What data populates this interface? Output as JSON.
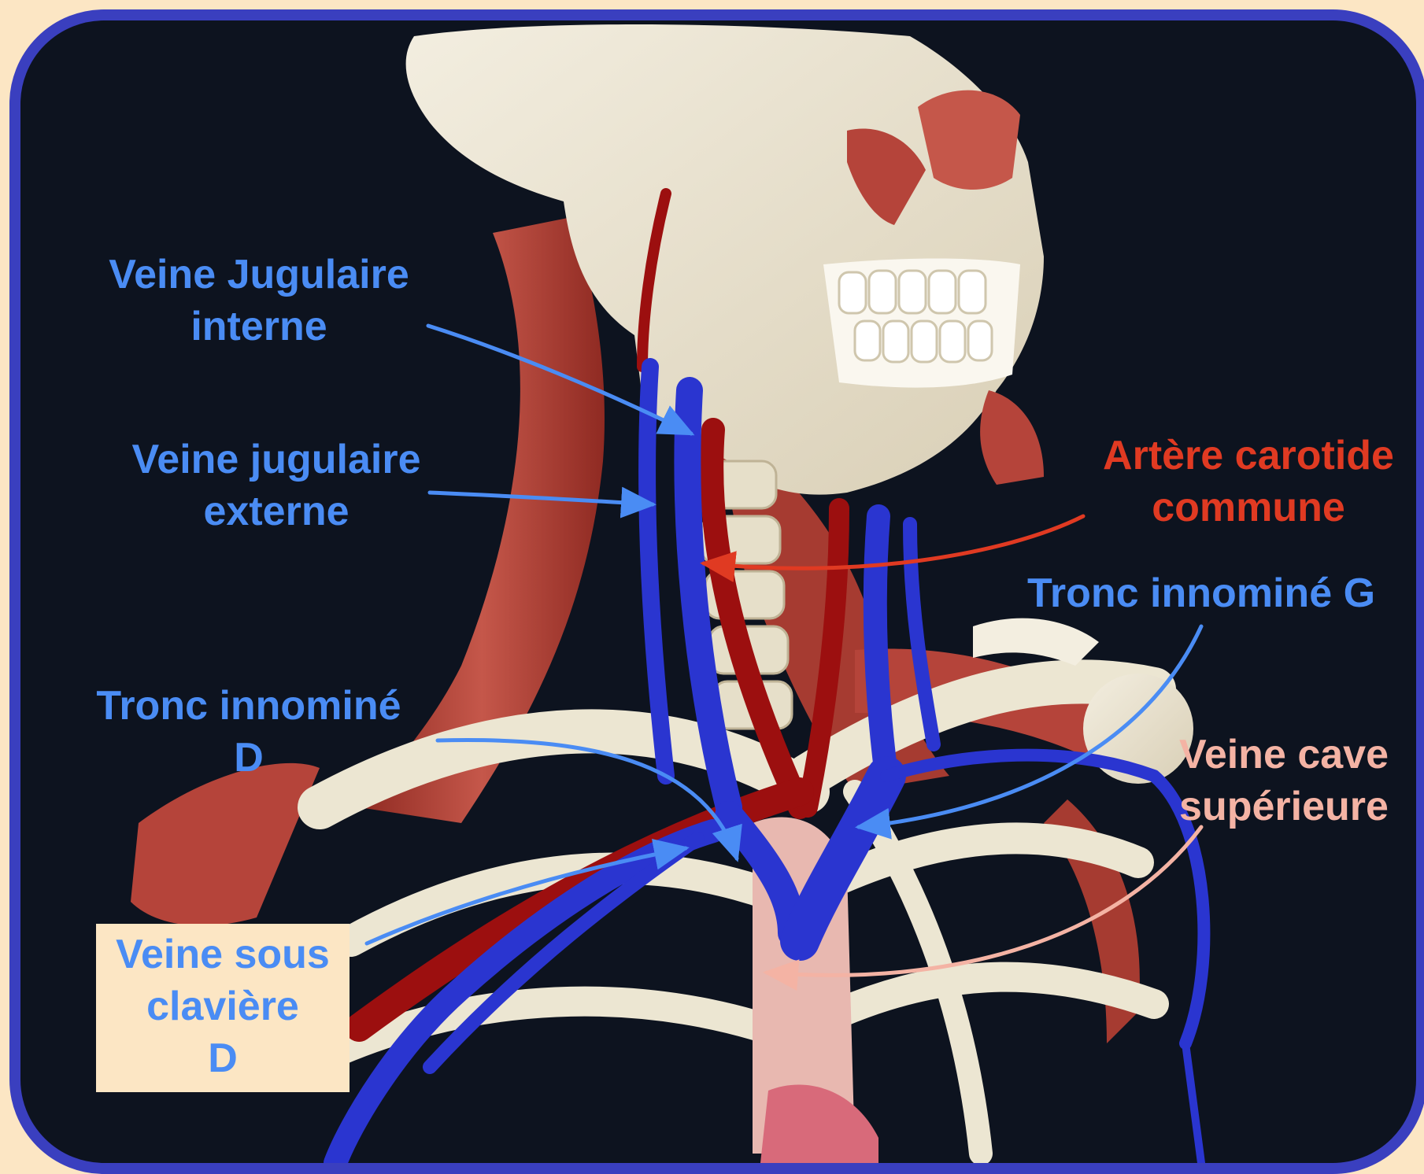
{
  "labels": {
    "veine_jugulaire_interne": [
      "Veine Jugulaire",
      "interne"
    ],
    "veine_jugulaire_externe": [
      "Veine jugulaire",
      "externe"
    ],
    "tronc_innomine_d": [
      "Tronc innominé",
      "D"
    ],
    "veine_sous_claviere_d": [
      "Veine sous",
      "clavière",
      "D"
    ],
    "artere_carotide_commune": [
      "Artère carotide",
      "commune"
    ],
    "tronc_innomine_g": "Tronc innominé G",
    "veine_cave_superieure": [
      "Veine cave",
      "supérieure"
    ]
  },
  "colors": {
    "page_background": "#fce6c4",
    "frame_border": "#3a3fbf",
    "frame_background": "#0d131f",
    "venous_label": "#4a8cf4",
    "arterial_label": "#e03a22",
    "vena_cava_label": "#f4b3a4",
    "vein": "#2a35d0",
    "artery": "#9c0f0f",
    "muscle": "#b5443a",
    "bone": "#ece6d2"
  }
}
